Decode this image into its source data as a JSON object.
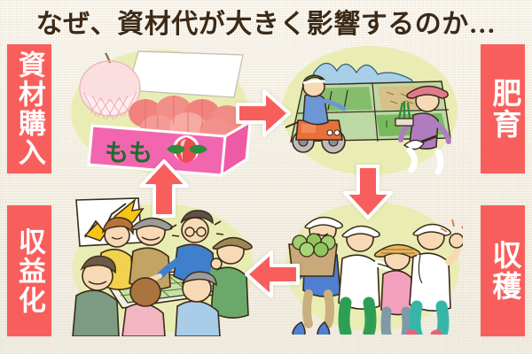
{
  "header": {
    "title": "なぜ、資材代が大きく影響するのか…"
  },
  "labels": [
    {
      "id": "material-purchase",
      "text": "資材購入",
      "position": "top-left",
      "color": "#f85f5c"
    },
    {
      "id": "fertilize-grow",
      "text": "肥育",
      "position": "top-right",
      "color": "#f85f5c"
    },
    {
      "id": "harvest",
      "text": "収穫",
      "position": "bottom-right",
      "color": "#f85f5c"
    },
    {
      "id": "monetize",
      "text": "収益化",
      "position": "bottom-left",
      "color": "#f85f5c"
    }
  ],
  "panels": [
    {
      "id": "peach-box",
      "caption": "もも",
      "position": "top-left"
    },
    {
      "id": "field-planting",
      "caption": "",
      "position": "top-right"
    },
    {
      "id": "harvest-farmers",
      "caption": "",
      "position": "bottom-right"
    },
    {
      "id": "sales-meeting",
      "caption": "",
      "position": "bottom-left"
    }
  ],
  "arrows": [
    {
      "id": "arrow-right",
      "direction": "right"
    },
    {
      "id": "arrow-down",
      "direction": "down"
    },
    {
      "id": "arrow-left",
      "direction": "left"
    },
    {
      "id": "arrow-up",
      "direction": "up"
    }
  ],
  "colors": {
    "accent_red": "#f85f5c",
    "background": "#f6f2e7",
    "ellipse": "#e9edb4",
    "title_text": "#3c2a16",
    "box_pink": "#f266b0",
    "ink": "#3a2a18"
  }
}
